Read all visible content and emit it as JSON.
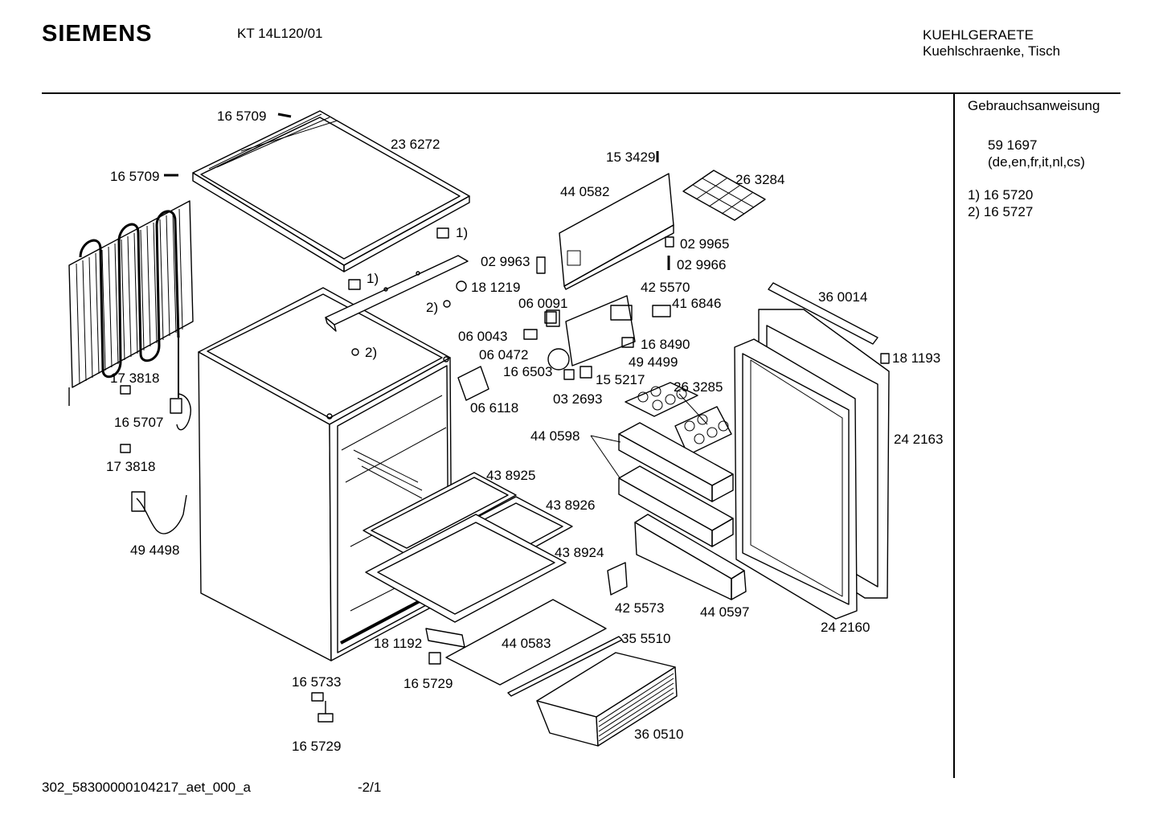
{
  "header": {
    "brand": "SIEMENS",
    "model": "KT 14L120/01",
    "category_line1": "KUEHLGERAETE",
    "category_line2": "Kuehlschraenke, Tisch"
  },
  "sidebar": {
    "title": "Gebrauchsanweisung",
    "manual_number": "59 1697",
    "manual_languages": "(de,en,fr,it,nl,cs)",
    "notes": [
      "1)  16 5720",
      "2)  16 5727"
    ]
  },
  "parts": [
    "16 5709",
    "23 6272",
    "16 5709",
    "1)",
    "1)",
    "18 1219",
    "2)",
    "2)",
    "15 3429",
    "26 3284",
    "44 0582",
    "02 9965",
    "02 9963",
    "02 9966",
    "42 5570",
    "06 0091",
    "41 6846",
    "36 0014",
    "06 0043",
    "06 0472",
    "16 8490",
    "49 4499",
    "16 6503",
    "15 5217",
    "18 1193",
    "17 3818",
    "06 6118",
    "03 2693",
    "26 3285",
    "16 5707",
    "17 3818",
    "44 0598",
    "24 2163",
    "43 8925",
    "43 8926",
    "49 4498",
    "43 8924",
    "42 5573",
    "44 0597",
    "24 2160",
    "18 1192",
    "44 0583",
    "35 5510",
    "16 5733",
    "16 5729",
    "36 0510",
    "16 5729"
  ],
  "footer": {
    "code": "302_58300000104217_aet_000_a",
    "page": "-2/1"
  }
}
